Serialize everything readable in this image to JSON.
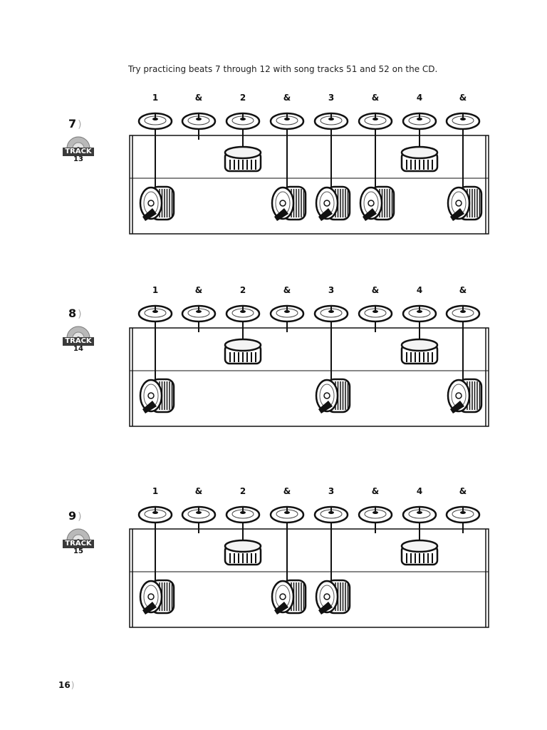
{
  "intro_text": "Try practicing beats 7 through 12 with song tracks 51 and 52 on the CD.",
  "counts": [
    "1",
    "&",
    "2",
    "&",
    "3",
    "&",
    "4",
    "&"
  ],
  "beats": [
    {
      "number": "7",
      "track_label": "TRACK",
      "track_number": "13",
      "hihat": [
        true,
        true,
        true,
        true,
        true,
        true,
        true,
        true
      ],
      "snare": [
        false,
        false,
        true,
        false,
        false,
        false,
        true,
        false
      ],
      "kick": [
        true,
        false,
        false,
        true,
        true,
        true,
        false,
        true
      ]
    },
    {
      "number": "8",
      "track_label": "TRACK",
      "track_number": "14",
      "hihat": [
        true,
        true,
        true,
        true,
        true,
        true,
        true,
        true
      ],
      "snare": [
        false,
        false,
        true,
        false,
        false,
        false,
        true,
        false
      ],
      "kick": [
        true,
        false,
        false,
        false,
        true,
        false,
        false,
        true
      ]
    },
    {
      "number": "9",
      "track_label": "TRACK",
      "track_number": "15",
      "hihat": [
        true,
        true,
        true,
        true,
        true,
        true,
        true,
        true
      ],
      "snare": [
        false,
        false,
        true,
        false,
        false,
        false,
        true,
        false
      ],
      "kick": [
        true,
        false,
        false,
        true,
        true,
        false,
        false,
        false
      ]
    }
  ],
  "page_number": "16"
}
